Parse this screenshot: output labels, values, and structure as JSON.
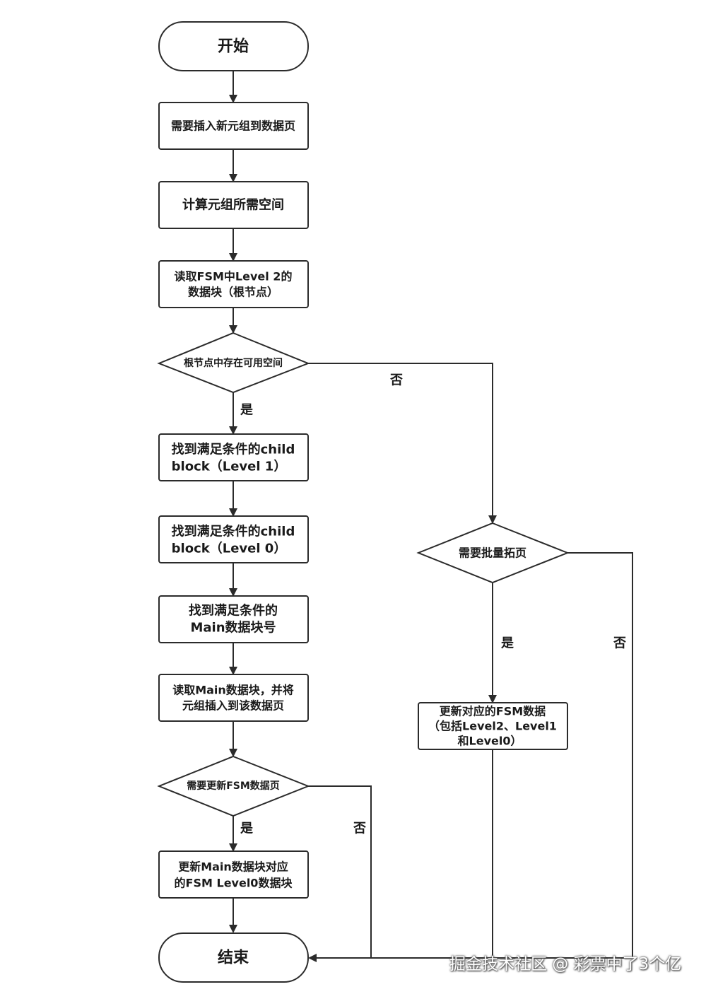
{
  "nodes": {
    "start": "开始",
    "insert": "需要插入新元组到数据页",
    "calc": "计算元组所需空间",
    "read_root": [
      "读取FSM中Level 2的",
      "数据块（根节点）"
    ],
    "root_has_space": "根节点中存在可用空间",
    "find_l1": [
      "找到满足条件的child",
      "block（Level 1）"
    ],
    "find_l0": [
      "找到满足条件的child",
      "block（Level 0）"
    ],
    "find_main": [
      "找到满足条件的",
      "Main数据块号"
    ],
    "read_main": [
      "读取Main数据块，并将",
      "元组插入到该数据页"
    ],
    "need_update": "需要更新FSM数据页",
    "update_main": [
      "更新Main数据块对应",
      "的FSM Level0数据块"
    ],
    "end": "结束",
    "need_extend": "需要批量拓页",
    "update_fsm": [
      "更新对应的FSM数据",
      "（包括Level2、Level1",
      "和Level0）"
    ]
  },
  "labels": {
    "yes1": "是",
    "no1": "否",
    "yes2": "是",
    "no2": "否",
    "yes3": "是",
    "no3": "否"
  },
  "watermark": "掘金技术社区 @ 彩票中了3个亿"
}
